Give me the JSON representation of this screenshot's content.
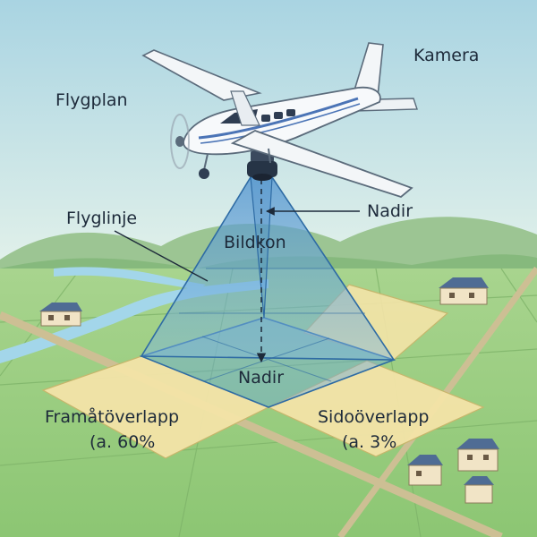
{
  "labels": {
    "camera": "Kamera",
    "airplane": "Flygplan",
    "flight_line": "Flyglinje",
    "nadir_top": "Nadir",
    "image_cone": "Bildkon",
    "nadir_ground": "Nadir",
    "forward_overlap_title": "Framåtöverlapp",
    "forward_overlap_value": "(a. 60%",
    "side_overlap_title": "Sidoöverlapp",
    "side_overlap_value": "(a. 3%"
  },
  "colors": {
    "sky_top": "#a9d4e2",
    "sky_bottom": "#dcefe9",
    "hills": "#8dbb86",
    "field": "#9ccf84",
    "river": "#9fd2e6",
    "overlap_fill": "#f3e3a6",
    "cone_fill": "#5b9fd6",
    "label_text": "#1d2a3a"
  },
  "icons": {
    "airplane": "airplane-icon",
    "camera": "camera-icon",
    "house": "house-icon"
  }
}
